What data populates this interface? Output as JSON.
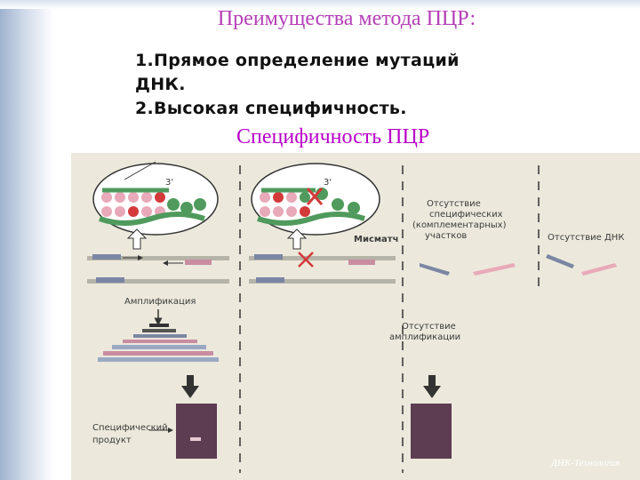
{
  "slide": {
    "title": "Преимущества метода ПЦР:",
    "items": [
      "1.Прямое определение мутаций",
      "ДНК.",
      "2.Высокая специфичность."
    ],
    "subtitle": "Специфичность ПЦР"
  },
  "figure": {
    "primer_label": "3'",
    "primer_label_2": "3'",
    "mismatch_label": "Мисматч",
    "no_specific_label": [
      "Отсутствие",
      "специфических",
      "(комплементарных)",
      "участков"
    ],
    "no_dna_label": "Отсутствие ДНК",
    "amplification_label": "Амплификация",
    "no_amplification_label": [
      "Отсутствие",
      "амплификации"
    ],
    "specific_product_label": [
      "Специфический",
      "продукт"
    ],
    "watermark": "ДНК-Технология",
    "colors": {
      "background": "#ece9dc",
      "pink": "#e8a9b9",
      "blue": "#9aa9c3",
      "green": "#4f9a5c",
      "red": "#d33a3a",
      "gel": "#5c3d52"
    }
  }
}
